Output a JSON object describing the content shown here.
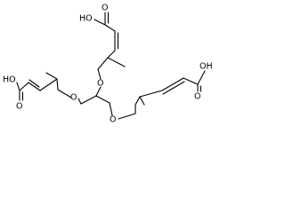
{
  "molecule": {
    "atoms": {
      "carbonyl_oxygen_top": "O",
      "hydroxyl_top": "HO",
      "carbonyl_oxygen_left": "O",
      "hydroxyl_left": "HO",
      "carbonyl_oxygen_right": "O",
      "hydroxyl_right": "OH",
      "ether_oxygen_center": "O",
      "ether_oxygen_left": "O",
      "ether_oxygen_right": "O"
    }
  }
}
